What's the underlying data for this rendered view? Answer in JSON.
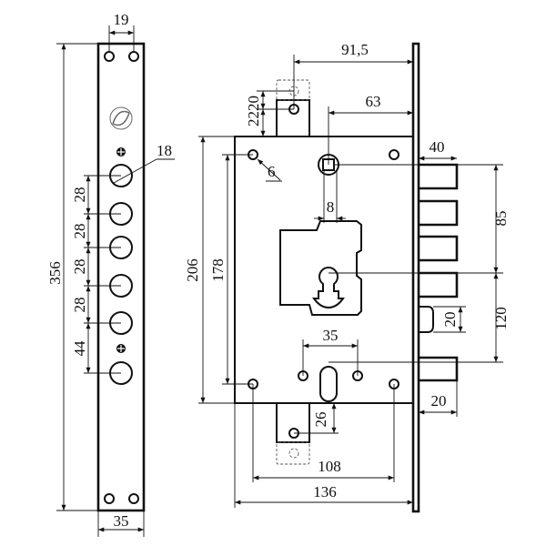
{
  "faceplate": {
    "hole_spacing": "19",
    "length": "356",
    "width": "35",
    "bolt_diameter": "18",
    "bolt_pitch": [
      "28",
      "28",
      "28",
      "28"
    ],
    "last_pitch": "44"
  },
  "lock_body": {
    "backset_top": "91,5",
    "spindle_backset": "63",
    "tongue_dims": "2220",
    "height": "206",
    "mount_spacing": "178",
    "hole_diameter": "6",
    "spindle_square": "8",
    "bolt_throw": "40",
    "spindle_to_key": "85",
    "key_to_cylinder": "120",
    "latch_height": "20",
    "cylinder_holes": "35",
    "tongue_bottom": "26",
    "mount_width": "108",
    "body_width": "136",
    "bottom_bolt_throw": "20"
  },
  "colors": {
    "line": "#111111",
    "background": "#ffffff"
  }
}
